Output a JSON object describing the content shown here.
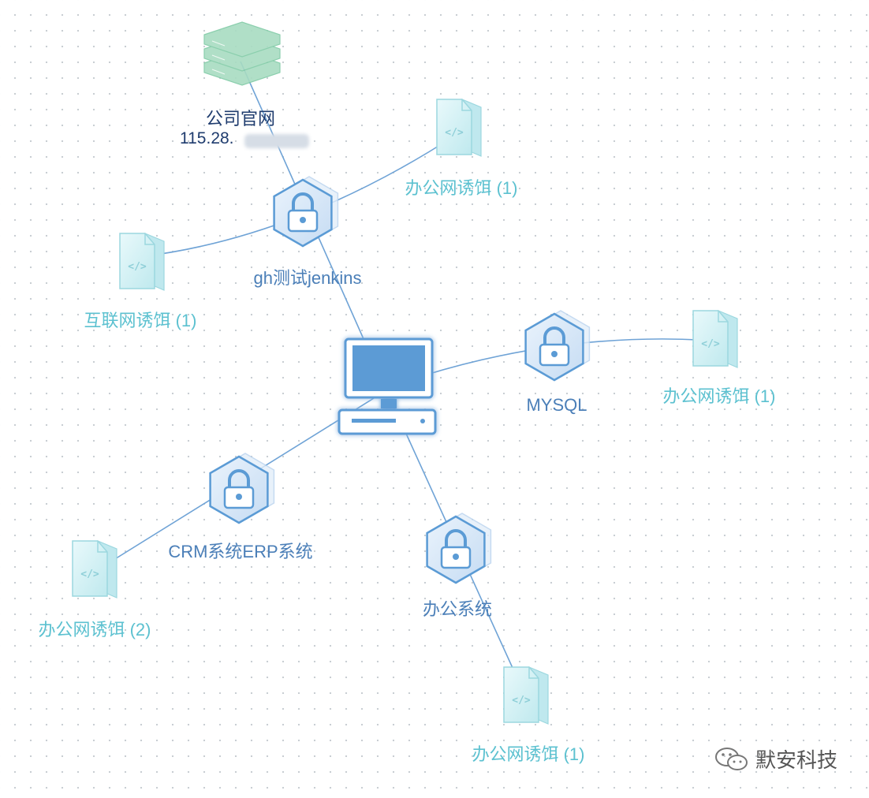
{
  "nodes": {
    "website": {
      "label": "公司官网",
      "ip": "115.28."
    },
    "jenkins": {
      "label": "gh测试jenkins"
    },
    "mysql": {
      "label": "MYSQL"
    },
    "crm": {
      "label": "CRM系统ERP系统"
    },
    "office": {
      "label": "办公系统"
    }
  },
  "bait_files": {
    "top_right": {
      "label": "办公网诱饵 (1)"
    },
    "left": {
      "label": "互联网诱饵 (1)"
    },
    "right": {
      "label": "办公网诱饵 (1)"
    },
    "bottom_left": {
      "label": "办公网诱饵 (2)"
    },
    "bottom": {
      "label": "办公网诱饵 (1)"
    }
  },
  "watermark": {
    "text": "默安科技",
    "icon": "wechat-icon"
  },
  "colors": {
    "link": "#6fa3d6",
    "shield_stroke": "#5b9bd5",
    "shield_fill": "#dbe9f7",
    "bait_fill": "#d6f2f5",
    "bait_stroke": "#9bd7df",
    "server_fill": "#a8dcc2",
    "computer": "#5b9bd5",
    "label_teal": "#5cc1d0",
    "label_blue": "#4b7fb8"
  }
}
